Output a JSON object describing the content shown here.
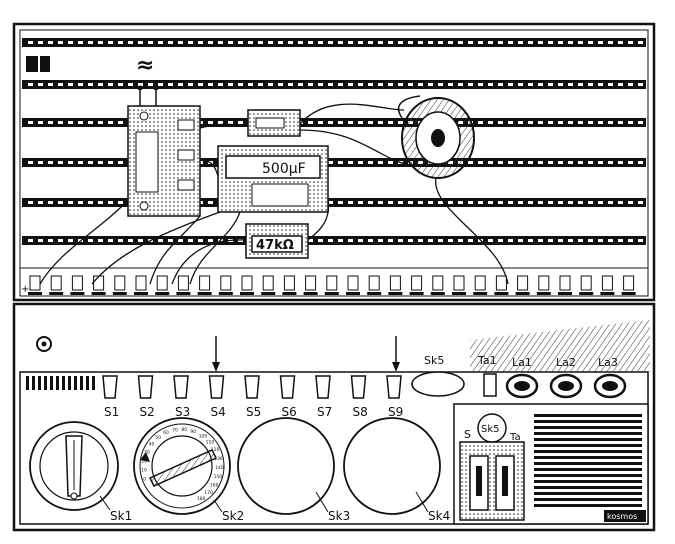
{
  "symbols": {
    "ac": "≈",
    "plus": "+"
  },
  "components": {
    "capacitor": "500µF",
    "resistor": "47kΩ"
  },
  "top_labels": {
    "sk5": "Sk5",
    "ta1": "Ta1",
    "la1": "La1",
    "la2": "La2",
    "la3": "La3"
  },
  "switches": [
    "S1",
    "S2",
    "S3",
    "S4",
    "S5",
    "S6",
    "S7",
    "S8",
    "S9"
  ],
  "knobs": [
    "Sk1",
    "Sk2",
    "Sk3",
    "Sk4"
  ],
  "right_panel": {
    "s": "S",
    "sk5": "Sk5",
    "ta": "Ta",
    "brand": "kosmos"
  },
  "dial_ticks": [
    "0",
    "10",
    "20",
    "30",
    "40",
    "50",
    "60",
    "70",
    "80",
    "90",
    "100",
    "110",
    "120",
    "130",
    "140",
    "150",
    "160",
    "170",
    "180"
  ]
}
